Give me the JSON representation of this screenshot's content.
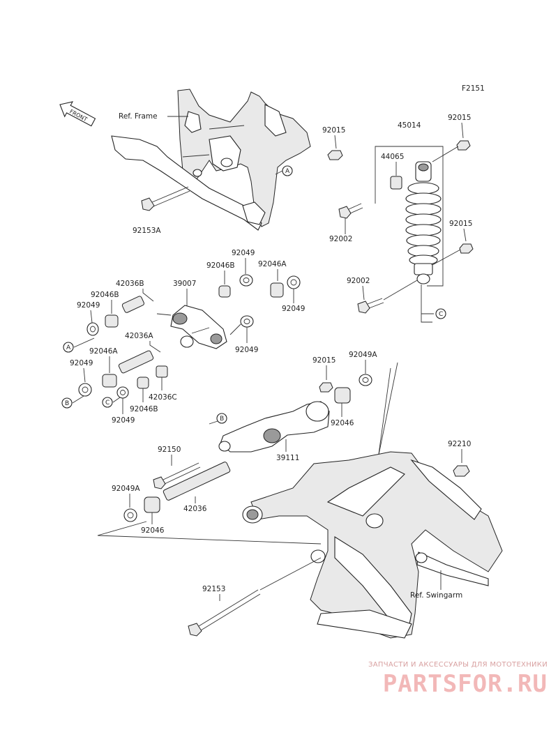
{
  "figure_code": "F2151",
  "front_badge": "FRONT",
  "refs": {
    "frame": "Ref. Frame",
    "swingarm": "Ref. Swingarm"
  },
  "parts": {
    "p92015_top": "92015",
    "p92153A": "92153A",
    "p45014": "45014",
    "p92015_right": "92015",
    "p44065": "44065",
    "p92002_upper": "92002",
    "p92015_mid": "92015",
    "p92002_lower": "92002",
    "p92049_a": "92049",
    "p92046B_a": "92046B",
    "p92046A_a": "92046A",
    "p42036B": "42036B",
    "p39007": "39007",
    "p92046B_b": "92046B",
    "p92049_b": "92049",
    "p92049_c": "92049",
    "p92049_d": "92049",
    "p42036A": "42036A",
    "p92046A_b": "92046A",
    "p92049_e": "92049",
    "p42036C": "42036C",
    "p92046B_c": "92046B",
    "p92049_f": "92049",
    "p92015_low": "92015",
    "p92049A_a": "92049A",
    "p92046_a": "92046",
    "p39111": "39111",
    "p92150": "92150",
    "p92049A_b": "92049A",
    "p42036": "42036",
    "p92046_b": "92046",
    "p92210": "92210",
    "p92153": "92153"
  },
  "callouts": {
    "A": "A",
    "B": "B",
    "C": "C"
  },
  "watermark": {
    "tagline": "ЗАПЧАСТИ И АКСЕССУАРЫ ДЛЯ МОТОТЕХНИКИ",
    "brand": "PARTSFOR.RU"
  }
}
